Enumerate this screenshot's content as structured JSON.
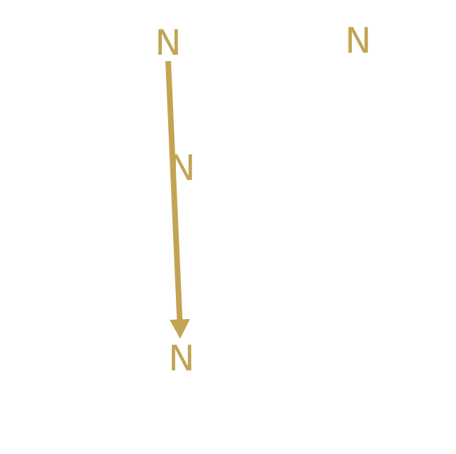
{
  "colors": {
    "ink": "#c2a453",
    "background": "#ffffff"
  },
  "diagram": {
    "labels": {
      "top_left": "N",
      "top_right": "N",
      "middle": "N",
      "bottom": "N"
    },
    "arrow": {
      "from": "top_left",
      "to": "bottom",
      "head": "filled-triangle"
    }
  }
}
